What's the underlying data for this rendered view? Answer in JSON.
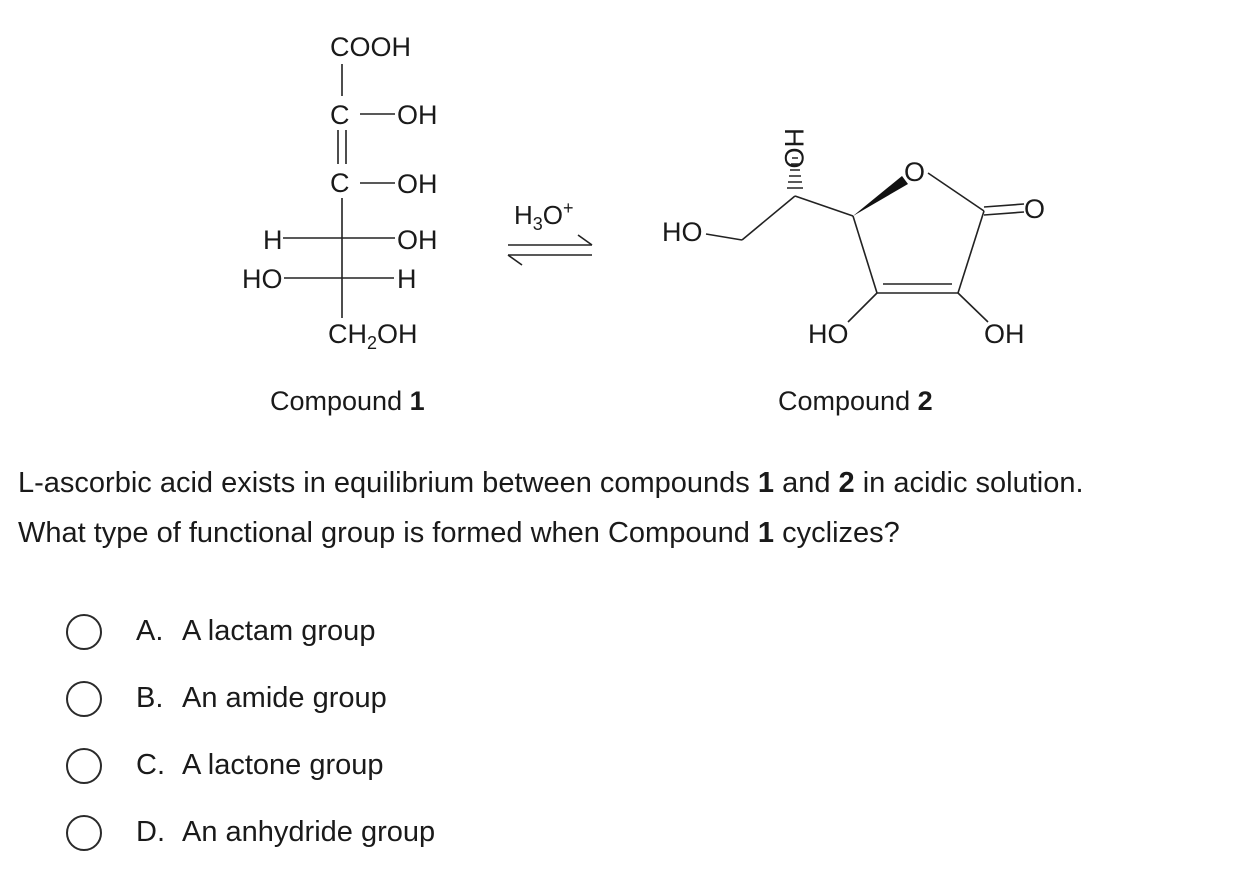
{
  "scheme": {
    "compound1": {
      "atoms": {
        "cooh": "COOH",
        "c2": "C",
        "c3": "C",
        "oh2": "OH",
        "oh3": "OH",
        "h4": "H",
        "oh4": "OH",
        "ho5": "HO",
        "h5": "H",
        "ch2oh": "CH2OH"
      },
      "caption_text": "Compound ",
      "caption_number": "1"
    },
    "arrow": {
      "reagent": "H3O+"
    },
    "compound2": {
      "atoms": {
        "ho_side": "HO",
        "ho_top": "HO",
        "ring_o": "O",
        "carbonyl_o": "O",
        "ho_bottom": "HO",
        "oh_bottom": "OH"
      },
      "caption_text": "Compound ",
      "caption_number": "2"
    }
  },
  "question": {
    "line1_a": "L-ascorbic acid exists in equilibrium between compounds ",
    "line1_b": "1",
    "line1_c": " and ",
    "line1_d": "2",
    "line1_e": " in acidic solution.",
    "line2_a": "What type of functional group is formed when Compound ",
    "line2_b": "1",
    "line2_c": " cyclizes?"
  },
  "options": [
    {
      "letter": "A.",
      "text": "A lactam group"
    },
    {
      "letter": "B.",
      "text": "An amide group"
    },
    {
      "letter": "C.",
      "text": "A lactone group"
    },
    {
      "letter": "D.",
      "text": "An anhydride group"
    }
  ]
}
